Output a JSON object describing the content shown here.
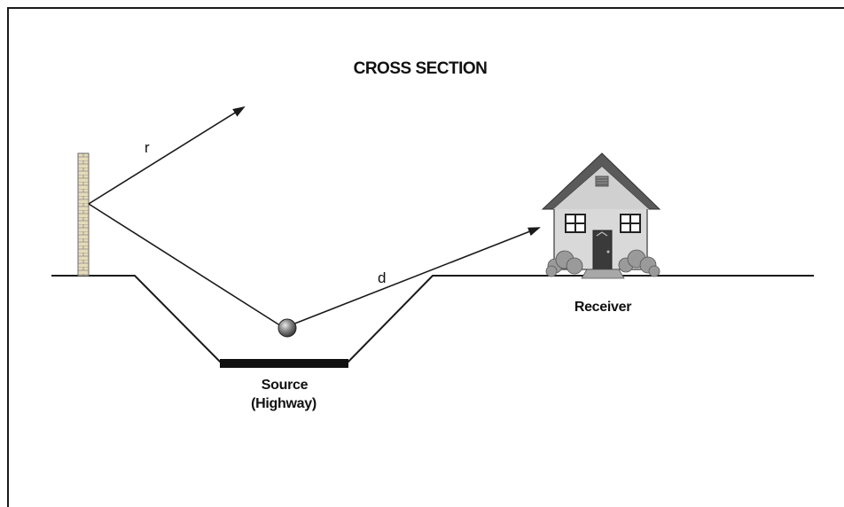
{
  "title": "CROSS SECTION",
  "labels": {
    "reflected_path": "r",
    "direct_path": "d",
    "receiver": "Receiver",
    "source_line1": "Source",
    "source_line2": "(Highway)"
  },
  "colors": {
    "line": "#1a1a1a",
    "wall_fill": "#e6dbb8",
    "wall_mortar": "#8a8a8a",
    "house_wall": "#d9d9d9",
    "roof": "#5a5a5a",
    "door": "#3a3a3a",
    "bush": "#9a9a9a",
    "road": "#111111"
  },
  "icons": {
    "barrier": "brick-wall-icon",
    "source_point": "noise-source-sphere-icon",
    "receiver": "house-icon"
  }
}
